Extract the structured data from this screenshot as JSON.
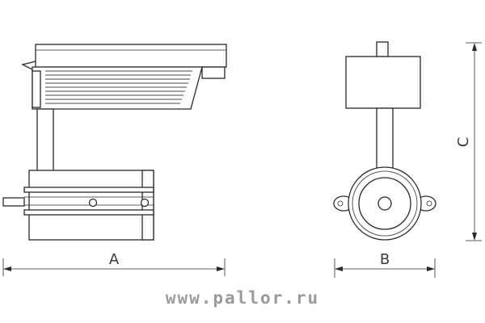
{
  "dimensions": {
    "a_label": "A",
    "b_label": "B",
    "c_label": "C"
  },
  "watermark": {
    "text": "www.pallor.ru"
  },
  "colors": {
    "line": "#2a2a2a",
    "watermark": "#9a9a9a"
  }
}
